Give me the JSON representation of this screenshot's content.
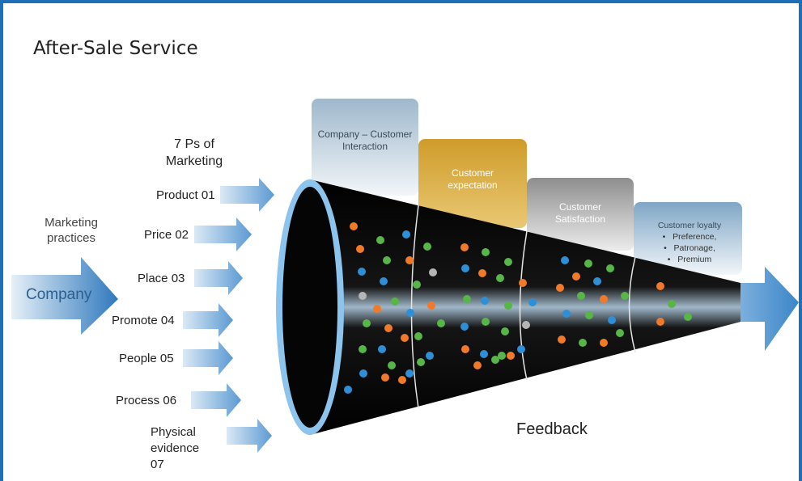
{
  "title": "After-Sale Service",
  "left": {
    "marketing_practices": "Marketing practices",
    "company": "Company"
  },
  "seven_ps": {
    "heading": "7 Ps of Marketing",
    "items": [
      "Product 01",
      "Price 02",
      "Place 03",
      "Promote 04",
      "People 05",
      "Process 06",
      "Physical evidence 07"
    ]
  },
  "stages": [
    {
      "label": "Company – Customer Interaction",
      "color": "#c7d6e2"
    },
    {
      "label": "Customer expectation",
      "color": "#d9ad3c"
    },
    {
      "label": "Customer Satisfaction",
      "color": "#a9a9a9"
    },
    {
      "label": "Customer loyalty",
      "color": "#c7d6e2"
    }
  ],
  "loyalty_points": [
    "Preference,",
    "Patronage,",
    "Premium"
  ],
  "feedback": "Feedback",
  "colors": {
    "frame": "#1d6fb7",
    "arrow": "#6ba6d9",
    "cone": "#0d0d0d",
    "rim": "#8cc4ee"
  }
}
